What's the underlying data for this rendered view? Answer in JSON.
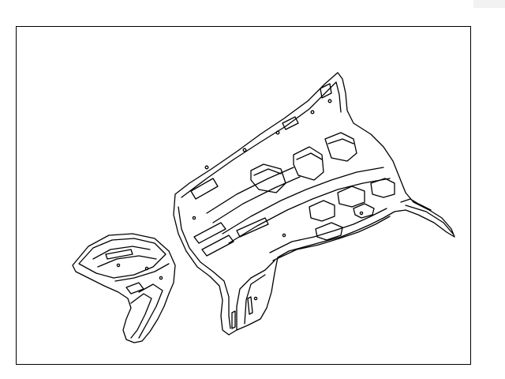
{
  "diagram": {
    "kind": "exploded-parts-illustration",
    "parts": [
      "front-floor-panel",
      "side-member-assembly"
    ],
    "line_color": "#000000",
    "background_color": "#ffffff"
  }
}
